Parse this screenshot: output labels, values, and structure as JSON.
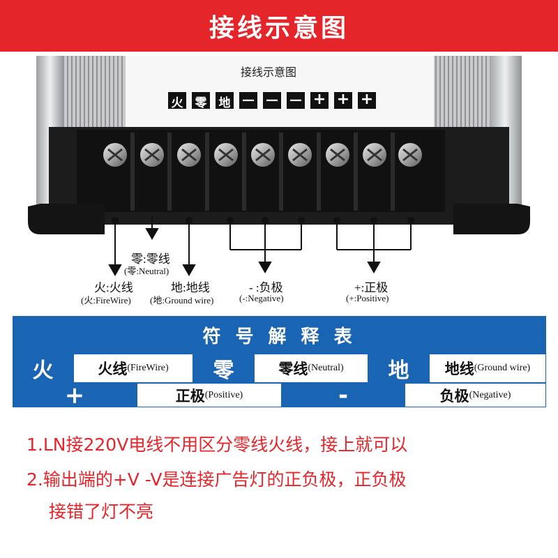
{
  "header": {
    "title": "接线示意图"
  },
  "device": {
    "panel_title": "接线示意图",
    "symbols": [
      "火",
      "零",
      "地",
      "—",
      "—",
      "—",
      "+",
      "+",
      "+"
    ]
  },
  "wiring": {
    "neutral": {
      "label": "零:零线",
      "sub": "(零:Neutral)"
    },
    "fire": {
      "label": "火:火线",
      "sub": "(火:FireWire)"
    },
    "ground": {
      "label": "地:地线",
      "sub": "(地:Ground wire)"
    },
    "negative": {
      "label": "- :负极",
      "sub": "(-:Negative)"
    },
    "positive": {
      "label": "+:正极",
      "sub": "(+:Positive)"
    }
  },
  "legend": {
    "title": "符 号 解 释 表",
    "row1": [
      {
        "symbol": "火",
        "cn": "火线",
        "en": "(FireWire)"
      },
      {
        "symbol": "零",
        "cn": "零线",
        "en": "(Neutral)"
      },
      {
        "symbol": "地",
        "cn": "地线",
        "en": "(Ground wire)"
      }
    ],
    "row2": [
      {
        "symbol": "+",
        "cn": "正极",
        "en": "(Positive)"
      },
      {
        "symbol": "-",
        "cn": "负极",
        "en": "(Negative)"
      }
    ]
  },
  "notes": [
    "1.LN接220V电线不用区分零线火线，接上就可以",
    "2.输出端的+V -V是连接广告灯的正负极，正负极",
    "接错了灯不亮"
  ],
  "colors": {
    "banner": "#e4262b",
    "legend_blue": "#1a64b4",
    "note_red": "#e4262b"
  }
}
